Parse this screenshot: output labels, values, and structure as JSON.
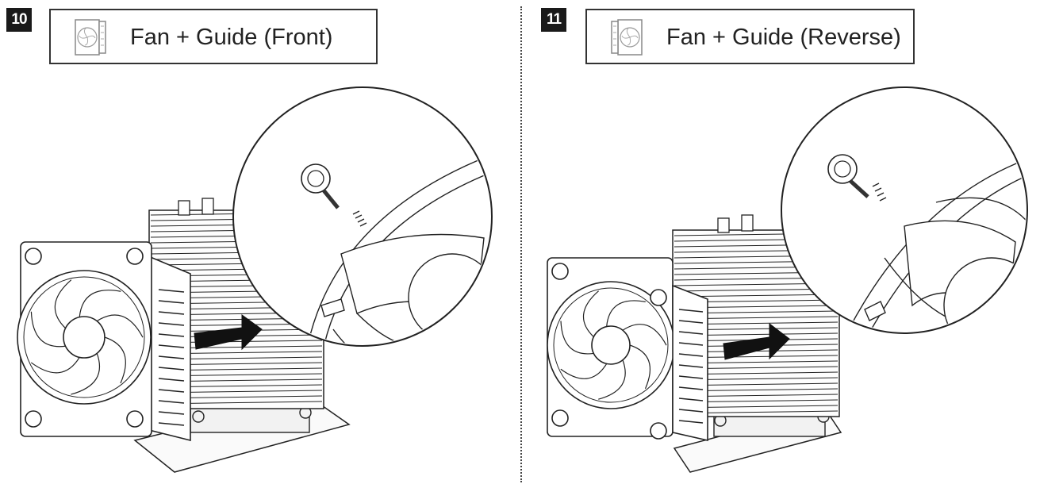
{
  "steps": [
    {
      "number": "10",
      "title": "Fan + Guide (Front)",
      "icon": "fan-guide-icon"
    },
    {
      "number": "11",
      "title": "Fan + Guide (Reverse)",
      "icon": "fan-guide-icon"
    }
  ],
  "colors": {
    "badge": "#1a1a1a",
    "line": "#222222",
    "arrow": "#111111"
  }
}
